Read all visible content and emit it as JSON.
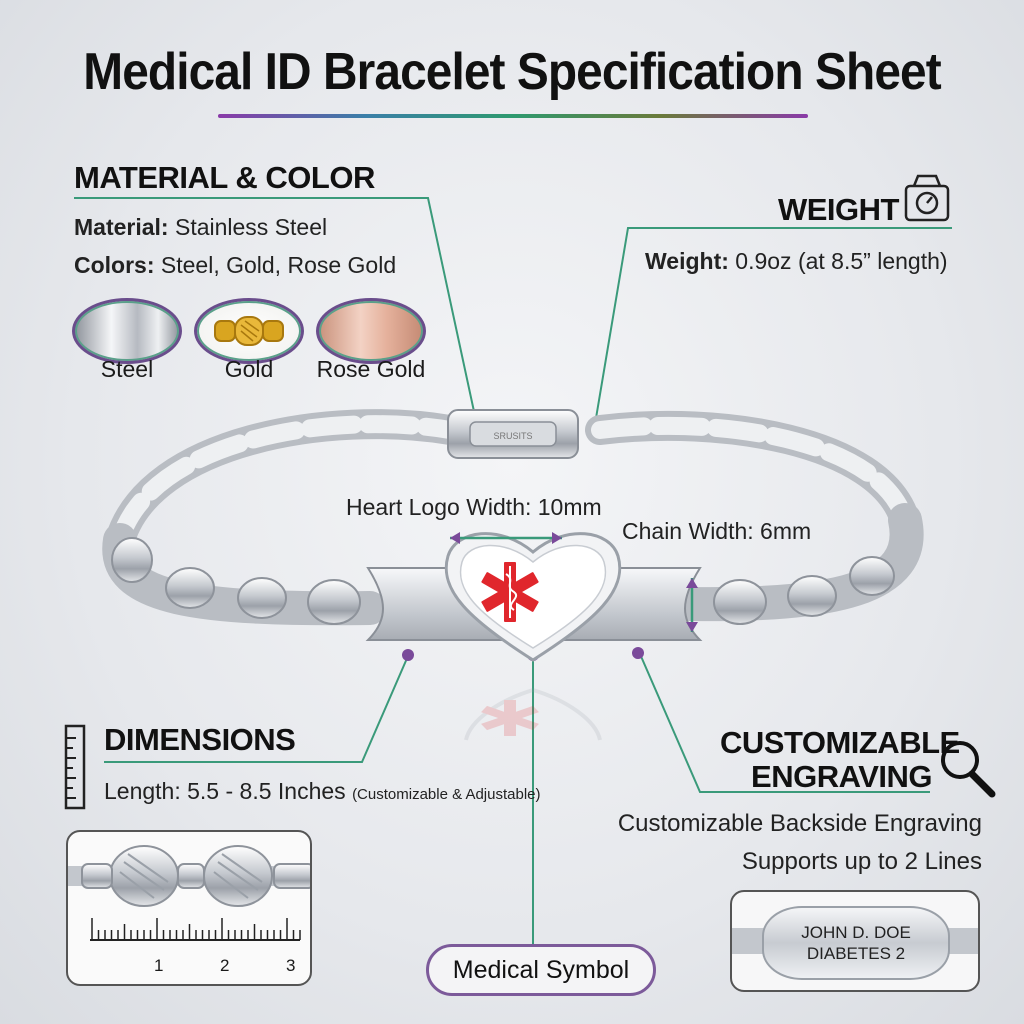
{
  "title": "Medical ID Bracelet Specification Sheet",
  "material": {
    "heading": "MATERIAL & COLOR",
    "material_label": "Material:",
    "material_value": " Stainless Steel",
    "colors_label": "Colors:",
    "colors_value": " Steel, Gold, Rose Gold",
    "swatches": [
      "Steel",
      "Gold",
      "Rose Gold"
    ]
  },
  "weight": {
    "heading": "WEIGHT",
    "label": "Weight:",
    "value": " 0.9oz (at 8.5” length)",
    "icon": "scale-icon"
  },
  "bracelet": {
    "clasp_text": "SRUSITS",
    "heart_logo_width": "Heart Logo Width: 10mm",
    "chain_width": "Chain Width: 6mm"
  },
  "dimensions": {
    "heading": "DIMENSIONS",
    "length": "Length: 5.5 - 8.5 Inches",
    "note": "(Customizable & Adjustable)",
    "ruler_ticks": [
      "1",
      "2",
      "3"
    ],
    "icon": "ruler-icon"
  },
  "engraving": {
    "heading_line1": "CUSTOMIZABLE",
    "heading_line2": "ENGRAVING",
    "line1": "Customizable Backside Engraving",
    "line2": "Supports up to 2 Lines",
    "plate_line1": "JOHN D. DOE",
    "plate_line2": "DIABETES 2",
    "icon": "magnifier-icon"
  },
  "medical_symbol": "Medical Symbol",
  "colors": {
    "callout_green": "#3a9a7a",
    "callout_purple": "#7a4a9a",
    "symbol_red": "#e0262c",
    "gold": "#d9a520"
  }
}
